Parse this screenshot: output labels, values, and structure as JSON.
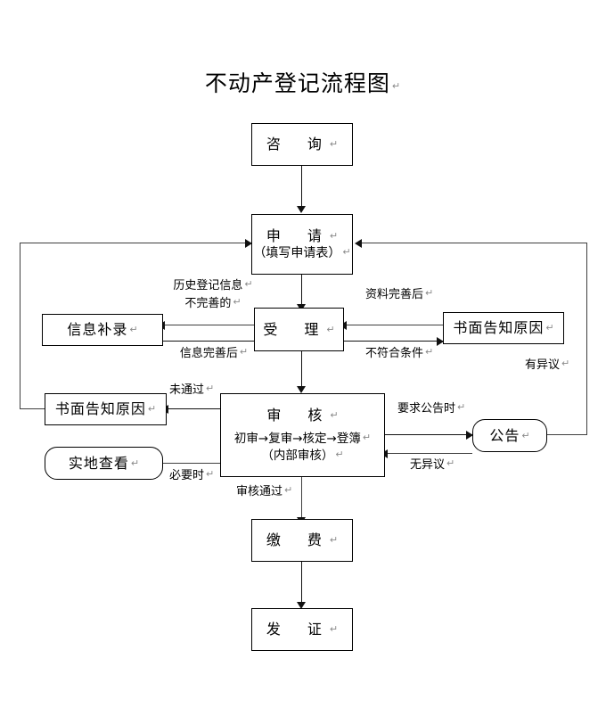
{
  "document": {
    "title": "不动产登记流程图",
    "paragraph_mark": "↵"
  },
  "nodes": {
    "consult": {
      "label": "咨　询",
      "shape": "rect"
    },
    "apply": {
      "label": "申　请",
      "sub": "（填写申请表）",
      "shape": "rect"
    },
    "accept": {
      "label": "受　理",
      "shape": "rect"
    },
    "info_supplement": {
      "label": "信息补录",
      "shape": "rect"
    },
    "written_notice_right": {
      "label": "书面告知原因",
      "shape": "rect"
    },
    "review": {
      "label": "审　核",
      "steps": "初审→复审→核定→登簿",
      "sub": "（内部审核）",
      "shape": "rect"
    },
    "written_notice_left": {
      "label": "书面告知原因",
      "shape": "rect"
    },
    "site_inspect": {
      "label": "实地查看",
      "shape": "rounded"
    },
    "announce": {
      "label": "公告",
      "shape": "rounded"
    },
    "payment": {
      "label": "缴　费",
      "shape": "rect"
    },
    "issue_cert": {
      "label": "发　证",
      "shape": "rect"
    }
  },
  "edge_labels": {
    "history_incomplete_l1": "历史登记信息",
    "history_incomplete_l2": "不完善的",
    "info_completed": "信息完善后",
    "data_completed": "资料完善后",
    "not_qualified": "不符合条件",
    "has_objection": "有异议",
    "not_passed": "未通过",
    "when_necessary": "必要时",
    "announce_required": "要求公告时",
    "no_objection": "无异议",
    "review_passed": "审核通过"
  },
  "colors": {
    "line": "#3f3f3f",
    "arrow": "#111111",
    "text": "#000000",
    "background": "#ffffff"
  }
}
